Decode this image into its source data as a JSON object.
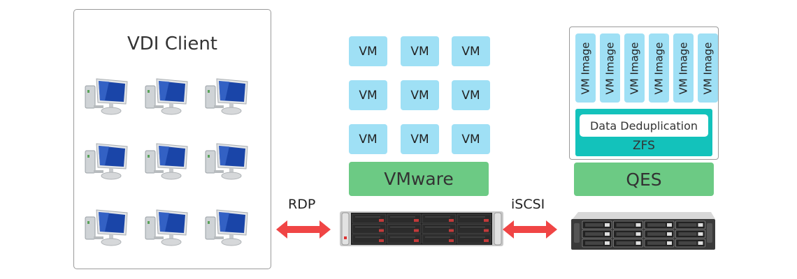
{
  "vdi_client": {
    "title": "VDI Client",
    "clients": [
      {
        "icon": "desktop-computer-icon"
      },
      {
        "icon": "desktop-computer-icon"
      },
      {
        "icon": "desktop-computer-icon"
      },
      {
        "icon": "desktop-computer-icon"
      },
      {
        "icon": "desktop-computer-icon"
      },
      {
        "icon": "desktop-computer-icon"
      },
      {
        "icon": "desktop-computer-icon"
      },
      {
        "icon": "desktop-computer-icon"
      },
      {
        "icon": "desktop-computer-icon"
      }
    ]
  },
  "connections": {
    "client_to_host": {
      "label": "RDP",
      "icon": "double-arrow-icon"
    },
    "host_to_storage": {
      "label": "iSCSI",
      "icon": "double-arrow-icon"
    }
  },
  "virtualization_host": {
    "vms": [
      "VM",
      "VM",
      "VM",
      "VM",
      "VM",
      "VM",
      "VM",
      "VM",
      "VM"
    ],
    "platform": "VMware",
    "hardware_icon": "rack-server-icon"
  },
  "storage": {
    "vm_images": [
      "VM Image",
      "VM Image",
      "VM Image",
      "VM Image",
      "VM Image",
      "VM Image"
    ],
    "feature": "Data Deduplication",
    "filesystem": "ZFS",
    "os": "QES",
    "hardware_icon": "nas-storage-icon"
  },
  "colors": {
    "vm_box": "#9fe0f5",
    "platform_bar": "#6cca84",
    "zfs_layer": "#13c2bb",
    "arrow": "#f04545"
  }
}
